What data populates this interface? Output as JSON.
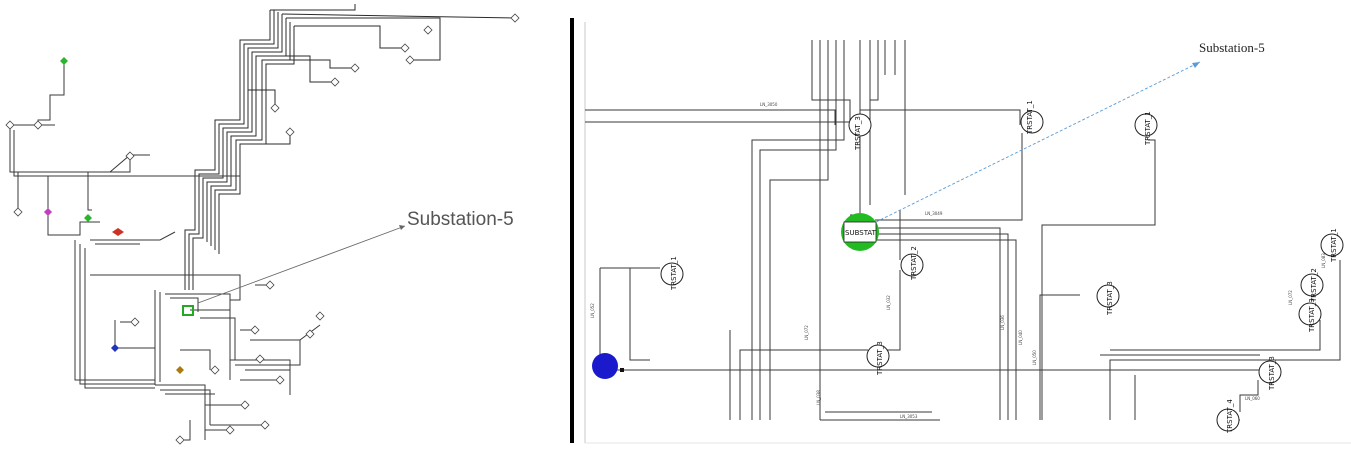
{
  "left": {
    "callout_label": "Substation-5",
    "highlight_color": "#22aa22"
  },
  "right": {
    "callout_label": "Substation-5",
    "substation_label": "SUBSTAT",
    "substation_color": "#22bb22",
    "source_color": "#1a1acc",
    "arrow_color": "#5b9bd5",
    "nodes": [
      {
        "label": "TRSTAT_3"
      },
      {
        "label": "TRSTAT_1"
      },
      {
        "label": "TRSTAT_1"
      },
      {
        "label": "TRSTAT_1"
      },
      {
        "label": "TRSTAT_2"
      },
      {
        "label": "TRSTAT_3"
      },
      {
        "label": "TRSTAT_3"
      },
      {
        "label": "TRSTAT_1"
      },
      {
        "label": "TRSTAT_2"
      },
      {
        "label": "TRSTAT_3"
      },
      {
        "label": "TRSTAT_3"
      },
      {
        "label": "TRSTAT_4"
      }
    ],
    "line_labels": [
      "LN_3050",
      "LN_3049",
      "LN_052",
      "LN_072",
      "LN_032",
      "LN_038",
      "LN_036",
      "LN_040",
      "LN_050",
      "LN_060",
      "LN_3053",
      "LN_072",
      "LN_083"
    ]
  }
}
